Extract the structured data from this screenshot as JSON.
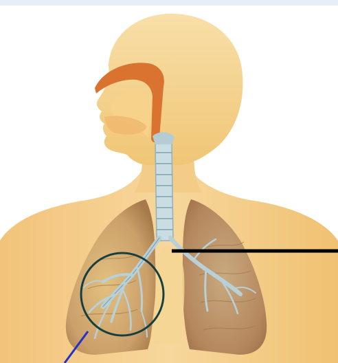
{
  "diagram": {
    "subject": "human-respiratory-system",
    "labels": [],
    "colors": {
      "skin": "#f2c77a",
      "skin_light": "#f8dfa8",
      "nasal": "#d9732f",
      "lung": "#c99a63",
      "airway": "#b8d0d8",
      "circle": "#153f40",
      "pointer_black": "#000000",
      "pointer_blue": "#2430c8"
    },
    "pointers": [
      {
        "name": "black-pointer-line",
        "color": "#000000"
      },
      {
        "name": "blue-pointer-line",
        "color": "#2430c8"
      }
    ],
    "highlight": {
      "name": "bronchi-highlight-circle",
      "shape": "circle"
    }
  }
}
